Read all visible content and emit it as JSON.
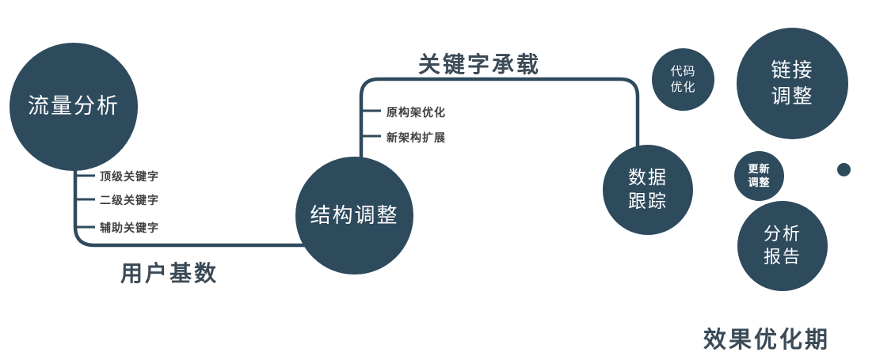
{
  "colors": {
    "primary": "#2e4a5d",
    "edge_label": "#3a4a57",
    "branch_label": "#404040",
    "node_text": "#ffffff",
    "background": "#ffffff"
  },
  "nodes": {
    "traffic": {
      "label": "流量分析"
    },
    "structure": {
      "label": "结构调整"
    },
    "data_tracking": {
      "line1": "数据",
      "line2": "跟踪"
    },
    "code_opt": {
      "line1": "代码",
      "line2": "优化"
    },
    "link_adjust": {
      "line1": "链接",
      "line2": "调整"
    },
    "update_adjust": {
      "line1": "更新",
      "line2": "调整"
    },
    "report": {
      "line1": "分析",
      "line2": "报告"
    }
  },
  "edges": {
    "user_base": "用户基数",
    "keyword_carry": "关键字承载"
  },
  "branches": {
    "traffic": [
      "顶级关键字",
      "二级关键字",
      "辅助关键字"
    ],
    "structure": [
      "原构架优化",
      "新架构扩展"
    ]
  },
  "footer": "效果优化期"
}
